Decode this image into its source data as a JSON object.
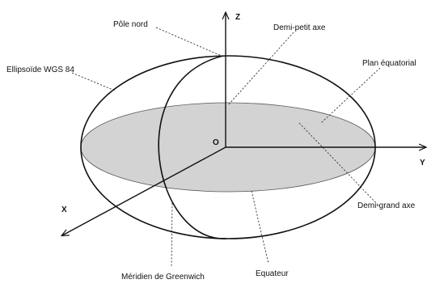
{
  "labels": {
    "pole_nord": "Pôle nord",
    "demi_petit_axe": "Demi-petit axe",
    "ellipsoide": "Ellipsoïde WGS 84",
    "plan_equatorial": "Plan équatorial",
    "demi_grand_axe": "Demi-grand axe",
    "meridien": "Méridien de Greenwich",
    "equateur": "Equateur",
    "origin": "O"
  },
  "axes": {
    "x": "X",
    "y": "Y",
    "z": "Z"
  },
  "colors": {
    "equatorial_plane": "#d3d3d3",
    "stroke": "#111111"
  }
}
